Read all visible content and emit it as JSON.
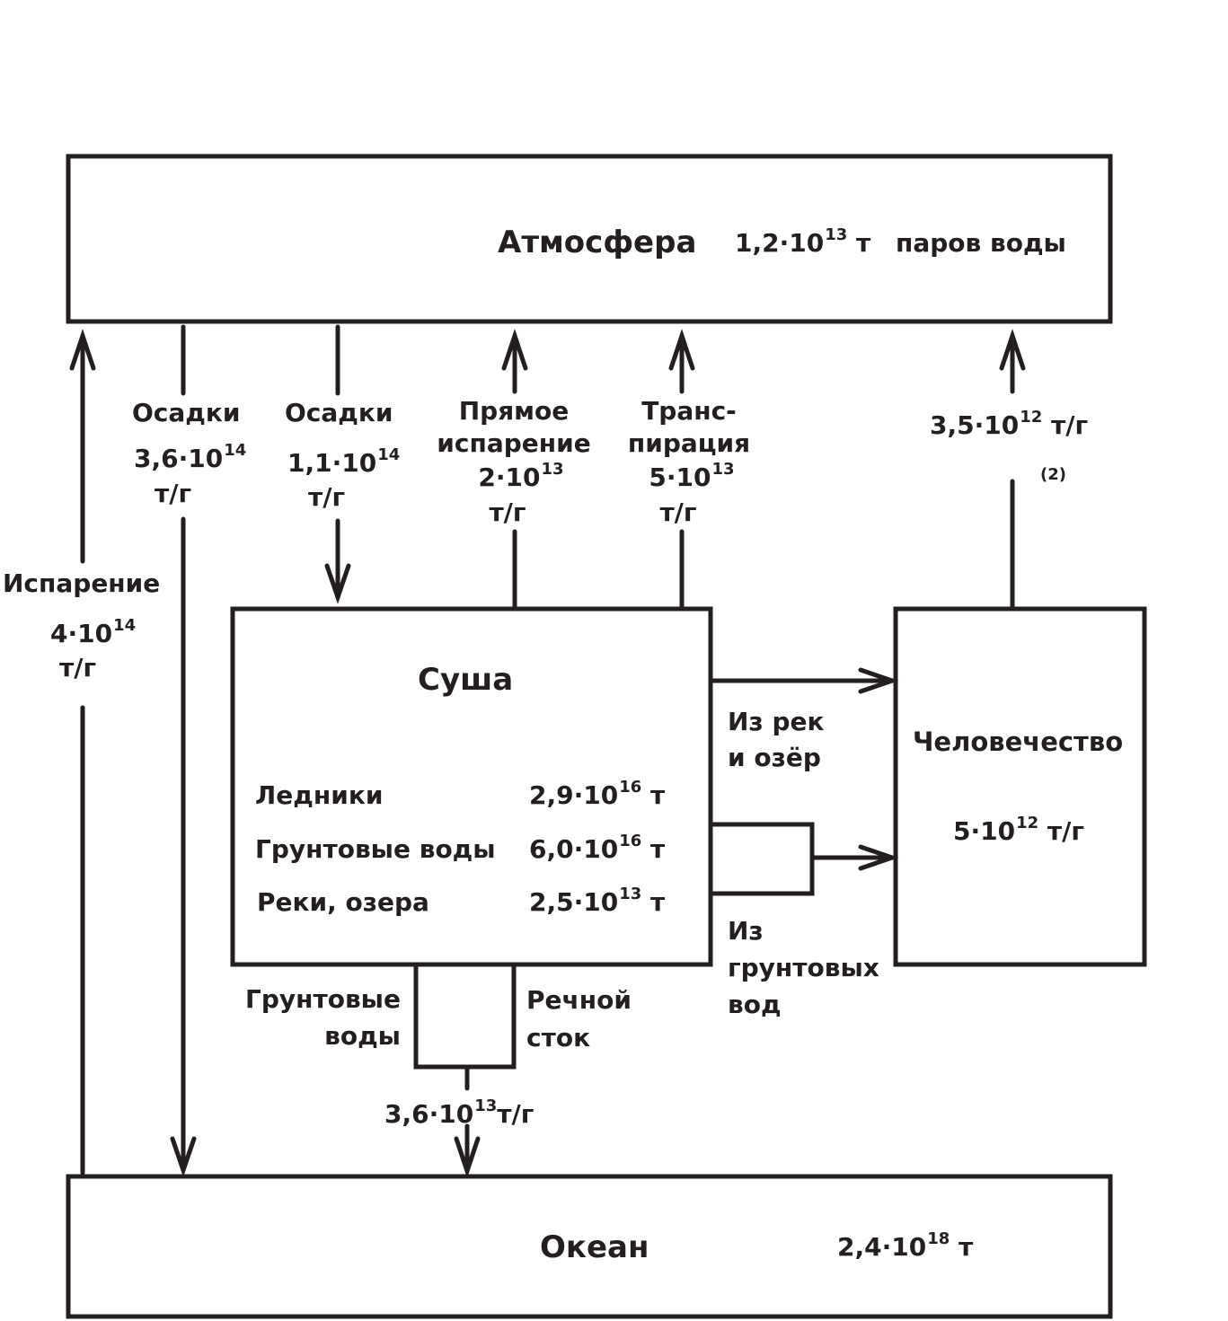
{
  "atmosphere": {
    "name": "Атмосфера",
    "mantissa": "1,2·10",
    "exp": "13",
    "unit": "т",
    "suffix": "паров воды"
  },
  "ocean": {
    "name": "Океан",
    "mantissa": "2,4·10",
    "exp": "18",
    "unit": "т"
  },
  "land": {
    "name": "Суша",
    "rows": [
      {
        "name": "Ледники",
        "mantissa": "2,9·10",
        "exp": "16",
        "unit": "т"
      },
      {
        "name": "Грунтовые воды",
        "mantissa": "6,0·10",
        "exp": "16",
        "unit": "т"
      },
      {
        "name": "Реки, озера",
        "mantissa": "2,5·10",
        "exp": "13",
        "unit": "т"
      }
    ]
  },
  "humanity": {
    "name": "Человечество",
    "mantissa": "5·10",
    "exp": "12",
    "unit": "т/г"
  },
  "flows": {
    "evaporation_ocean": {
      "line1": "Испарение",
      "mantissa": "4·10",
      "exp": "14",
      "unit": "т/г"
    },
    "precip_ocean": {
      "line1": "Осадки",
      "mantissa": "3,6·10",
      "exp": "14",
      "unit": "т/г"
    },
    "precip_land": {
      "line1": "Осадки",
      "mantissa": "1,1·10",
      "exp": "14",
      "unit": "т/г"
    },
    "direct_evap": {
      "line1": "Прямое",
      "line2": "испарение",
      "mantissa": "2·10",
      "exp": "13",
      "unit": "т/г"
    },
    "transpiration": {
      "line1": "Транс-",
      "line2": "пирация",
      "mantissa": "5·10",
      "exp": "13",
      "unit": "т/г"
    },
    "humanity_up": {
      "mantissa": "3,5·10",
      "exp": "12",
      "unit": "т/г",
      "note": "(2)"
    },
    "from_rivers": {
      "line1": "Из рек",
      "line2": "и озёр"
    },
    "from_ground": {
      "line1": "Из",
      "line2": "грунтовых",
      "line3": "вод"
    },
    "runoff": {
      "ground_line1": "Грунтовые",
      "ground_line2": "воды",
      "river_line1": "Речной",
      "river_line2": "сток",
      "mantissa": "3,6·10",
      "exp": "13",
      "unit": "т/г"
    }
  },
  "colors": {
    "stroke": "#231f20",
    "background": "#ffffff"
  }
}
